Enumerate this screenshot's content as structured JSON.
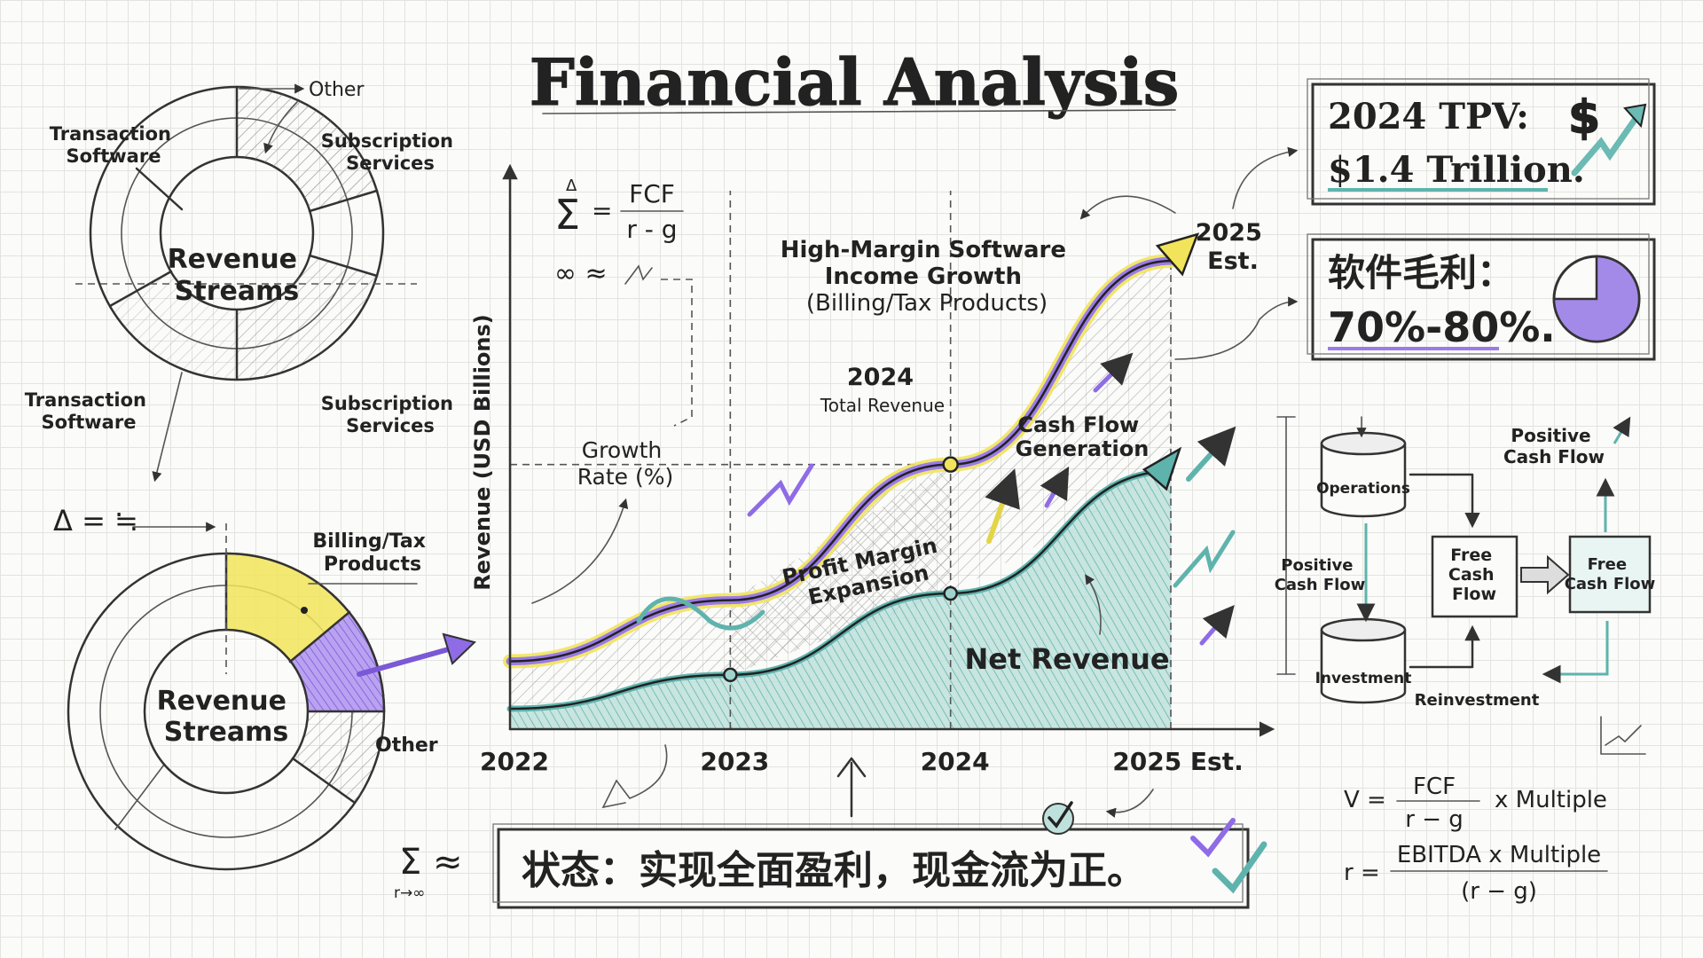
{
  "title": "Financial Analysis",
  "colors": {
    "purple": "#9b7be8",
    "yellow": "#f1e45a",
    "teal": "#5fb3ad",
    "ink": "#2a2a2a"
  },
  "top_donut": {
    "center_label_line1": "Revenue",
    "center_label_line2": "Streams",
    "labels": {
      "other": "Other",
      "transaction_top_1": "Transaction",
      "transaction_top_2": "Software",
      "subscription_top_1": "Subscription",
      "subscription_top_2": "Services",
      "transaction_bottom_1": "Transaction",
      "transaction_bottom_2": "Software",
      "subscription_bottom_1": "Subscription",
      "subscription_bottom_2": "Services"
    }
  },
  "bottom_donut": {
    "center_label_line1": "Revenue",
    "center_label_line2": "Streams",
    "billing_line1": "Billing/Tax",
    "billing_line2": "Products",
    "other": "Other"
  },
  "formulas": {
    "fcf_num": "FCF",
    "fcf_den": "r - g",
    "delta_sym": "Δ",
    "sigma_sym": "Σ",
    "infinity_line": "∞ ≈",
    "left_delta_line": "Δ = ≒",
    "bottom_sigma": "Σ ≈",
    "bottom_sigma_sub": "r→∞",
    "valuation_1_lhs": "V =",
    "valuation_1_num": "FCF",
    "valuation_1_den": "r − g",
    "valuation_1_rhs": "x Multiple",
    "valuation_2_lhs": "r =",
    "valuation_2_num": "EBITDA x Multiple",
    "valuation_2_den": "(r − g)"
  },
  "chart_data": {
    "type": "area",
    "ylabel": "Revenue (USD Billions)",
    "categories": [
      "2022",
      "2023",
      "2024",
      "2025 Est."
    ],
    "series": [
      {
        "name": "High-Margin Software Income Growth",
        "values": [
          1.0,
          1.9,
          3.9,
          6.9
        ],
        "color": "#9b7be8"
      },
      {
        "name": "Net Revenue",
        "values": [
          0.3,
          0.8,
          2.0,
          3.8
        ],
        "color": "#5fb3ad"
      }
    ],
    "ylim": [
      0,
      8
    ],
    "grid": false,
    "annotations": {
      "software_line1": "High-Margin Software",
      "software_line2": "Income Growth",
      "software_line3": "(Billing/Tax Products)",
      "total_revenue_year": "2024",
      "total_revenue_label": "Total Revenue",
      "growth_line1": "Growth",
      "growth_line2": "Rate (%)",
      "cashflow_line1": "Cash Flow",
      "cashflow_line2": "Generation",
      "profit_line1": "Profit Margin",
      "profit_line2": "Expansion",
      "net_revenue": "Net Revenue",
      "est_line1": "2025",
      "est_line2": "Est."
    }
  },
  "tpv_box": {
    "line1": "2024 TPV:",
    "line2": "$1.4 Trillion.",
    "icon": "dollar-growth-icon"
  },
  "margin_box": {
    "line1": "软件毛利：",
    "line2": "70%-80%.",
    "fraction": 0.75,
    "icon": "pie-icon"
  },
  "cashflow_diagram": {
    "positive_top_1": "Positive",
    "positive_top_2": "Cash Flow",
    "operations": "Operations",
    "positive_left_1": "Positive",
    "positive_left_2": "Cash Flow",
    "free_cash_1": "Free",
    "free_cash_2": "Cash",
    "free_cash_3": "Flow",
    "free_flow_1": "Free",
    "free_flow_2": "Cash Flow",
    "investment": "Investment",
    "reinvestment": "Reinvestment"
  },
  "status_banner": "状态：实现全面盈利，现金流为正。"
}
